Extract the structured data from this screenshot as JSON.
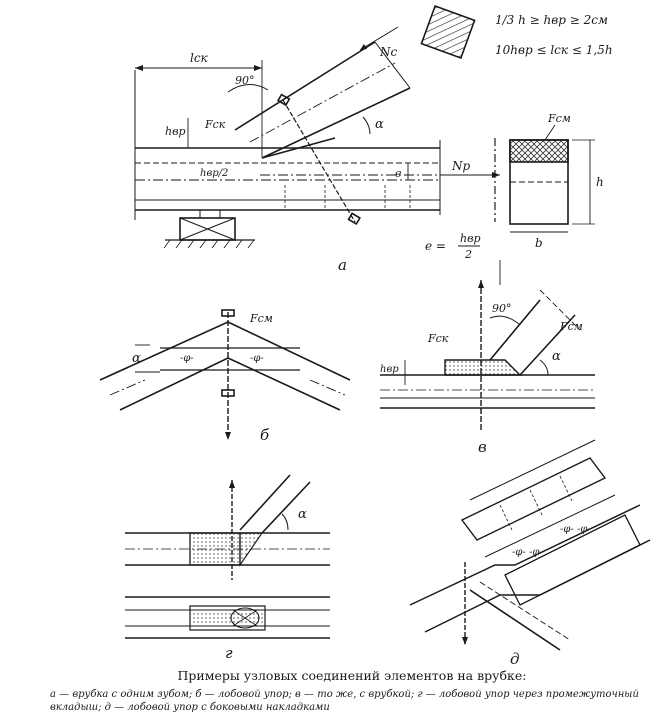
{
  "figure": {
    "caption_title": "Примеры узловых соединений элементов на врубке:",
    "caption_legend": "а — врубка с одним зубом; б — лобовой упор; в — то же, с врубкой; г — лобовой упор через промежуточный вкладыш; д — лобовой упор с боковыми накладками"
  },
  "panels": {
    "a": {
      "letter": "а",
      "formula1": "1/3 h ≥ hвр ≥ 2см",
      "formula2": "10hвр ≤ lск ≤ 1,5h",
      "l_sk": "lск",
      "angle90": "90°",
      "N_c": "Nc",
      "N_p": "Nр",
      "h_vr": "hвр",
      "F_sk": "Fск",
      "alpha": "α",
      "h_vr_half": "hвр/2",
      "e": "e",
      "e_formula_lhs": "e =",
      "e_formula_num": "hвр",
      "e_formula_den": "2",
      "F_sm": "Fсм",
      "h": "h",
      "b": "b"
    },
    "b": {
      "letter": "б",
      "F_sm": "Fсм",
      "alpha": "α"
    },
    "v": {
      "letter": "в",
      "angle90": "90°",
      "F_sk": "Fск",
      "F_sm": "Fсм",
      "alpha": "α",
      "h_vr": "hвр"
    },
    "g": {
      "letter": "г",
      "alpha": "α"
    },
    "d": {
      "letter": "д"
    }
  }
}
